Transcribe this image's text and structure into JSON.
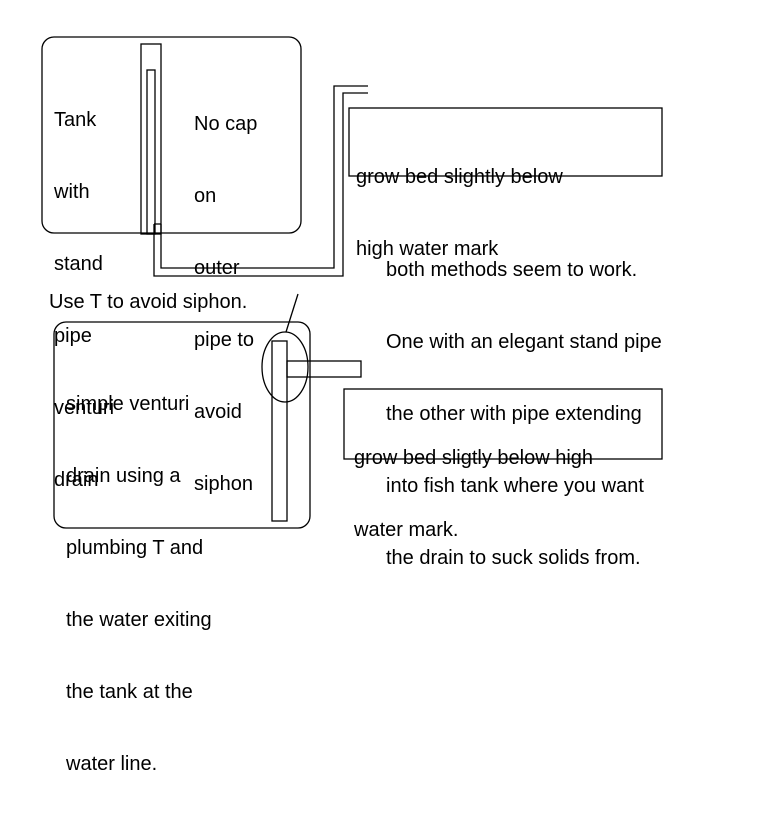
{
  "tank1": {
    "label": [
      "Tank",
      "with",
      "stand",
      "pipe",
      "venturi",
      "drain"
    ],
    "note": [
      "No cap",
      "on",
      "outer",
      "pipe to",
      "avoid",
      "siphon"
    ]
  },
  "growbed1": {
    "label": [
      "grow bed slightly below",
      "high water mark"
    ]
  },
  "description": [
    "both methods seem to work.",
    "One with an elegant stand pipe",
    "the other with pipe extending",
    "into fish tank where you want",
    "the drain to suck solids from."
  ],
  "tee_note": "Use T to avoid siphon.",
  "tank2": {
    "label": [
      "simple venturi",
      "drain using a",
      "plumbing T and",
      "the water exiting",
      "the tank at the",
      "water line."
    ]
  },
  "growbed2": {
    "label": [
      "grow bed sligtly below high",
      "water mark."
    ]
  }
}
